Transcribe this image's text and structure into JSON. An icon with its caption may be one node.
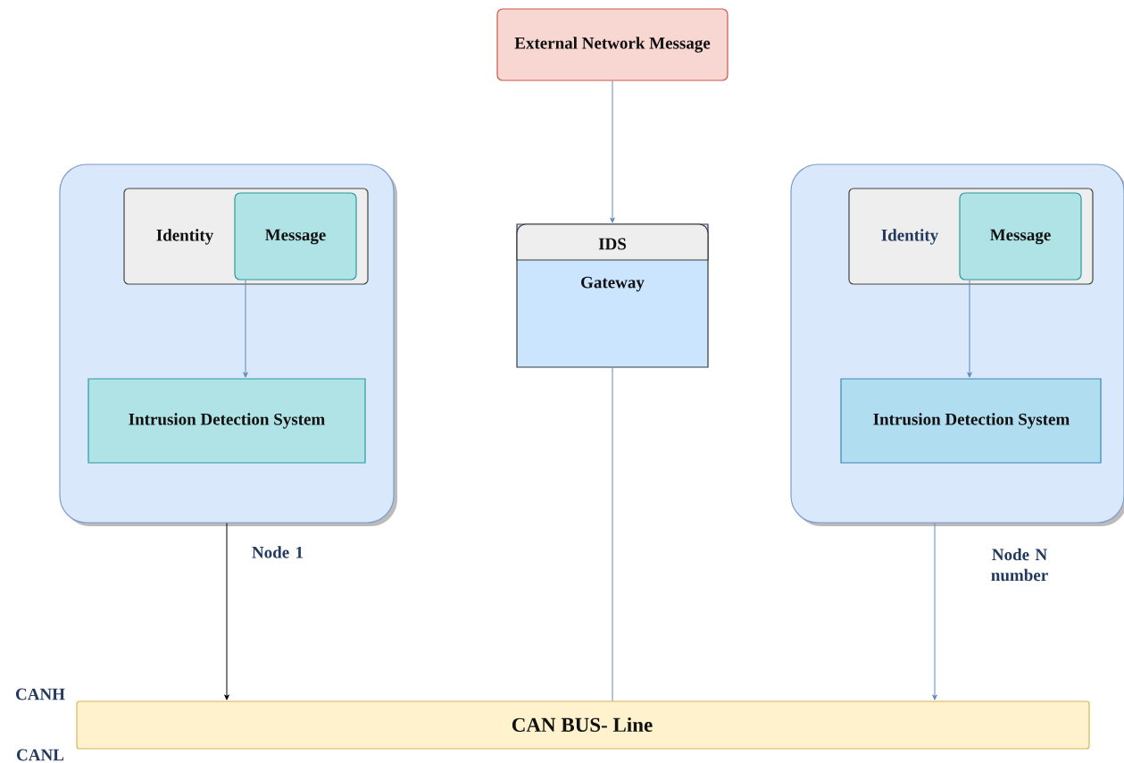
{
  "diagram": {
    "nodes": [
      {
        "text": [
          "External Network Message"
        ]
      },
      {
        "text": [],
        "shape": "box",
        "beside": [
          "Node 1"
        ]
      },
      {
        "text": [
          "Identity"
        ],
        "in": 1
      },
      {
        "text": [
          "Message"
        ],
        "in": 2
      },
      {
        "text": [
          "Intrusion Detection System"
        ],
        "in": 1
      },
      {
        "text": [
          "IDS",
          "Gateway"
        ]
      },
      {
        "text": [],
        "shape": "box",
        "beside": [
          "Node N number"
        ]
      },
      {
        "text": [
          "Identity"
        ],
        "in": 6
      },
      {
        "text": [
          "Message"
        ],
        "in": 7
      },
      {
        "text": [
          "Intrusion Detection System"
        ],
        "in": 6
      },
      {
        "text": [
          "CAN BUS- Line"
        ]
      }
    ],
    "edges": [
      {
        "from": 0,
        "to": 5,
        "arrow": "to"
      },
      {
        "from": 3,
        "to": 4,
        "arrow": "to"
      },
      {
        "from": 8,
        "to": 9,
        "arrow": "to"
      },
      {
        "from": 1,
        "to": 10,
        "arrow": "to",
        "color": "#000000"
      },
      {
        "from": 5,
        "to": 10,
        "arrow": "none"
      },
      {
        "from": 6,
        "to": 10,
        "arrow": "to"
      }
    ],
    "labels": [
      "CANH",
      "CANL"
    ]
  }
}
